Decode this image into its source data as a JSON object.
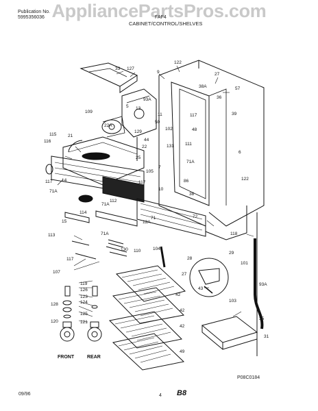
{
  "watermark": "AppliancePartsPros.com",
  "header": {
    "publication_label": "Publication No.",
    "publication_value": "5995356036",
    "model_code": "FAF4",
    "section_title": "CABINET/CONTROL/SHELVES"
  },
  "callouts": [
    {
      "id": "c33",
      "text": "33"
    },
    {
      "id": "c127",
      "text": "127"
    },
    {
      "id": "c9",
      "text": "9"
    },
    {
      "id": "c122a",
      "text": "122"
    },
    {
      "id": "c27a",
      "text": "27"
    },
    {
      "id": "c38a",
      "text": "38A"
    },
    {
      "id": "c57",
      "text": "57"
    },
    {
      "id": "c36",
      "text": "36"
    },
    {
      "id": "c93a",
      "text": "93A"
    },
    {
      "id": "c5",
      "text": "5"
    },
    {
      "id": "c13",
      "text": "13"
    },
    {
      "id": "c11",
      "text": "11"
    },
    {
      "id": "c50",
      "text": "50"
    },
    {
      "id": "c39",
      "text": "39"
    },
    {
      "id": "c109",
      "text": "109"
    },
    {
      "id": "c117a",
      "text": "117"
    },
    {
      "id": "c22a",
      "text": "22A"
    },
    {
      "id": "c102",
      "text": "102"
    },
    {
      "id": "c48",
      "text": "48"
    },
    {
      "id": "c129",
      "text": "129"
    },
    {
      "id": "c44",
      "text": "44"
    },
    {
      "id": "c115",
      "text": "115"
    },
    {
      "id": "c116",
      "text": "116"
    },
    {
      "id": "c21",
      "text": "21"
    },
    {
      "id": "c22",
      "text": "22"
    },
    {
      "id": "c131",
      "text": "131"
    },
    {
      "id": "c111",
      "text": "111"
    },
    {
      "id": "c25",
      "text": "25"
    },
    {
      "id": "c6",
      "text": "6"
    },
    {
      "id": "c71a",
      "text": "71A"
    },
    {
      "id": "c105",
      "text": "105"
    },
    {
      "id": "c7",
      "text": "7"
    },
    {
      "id": "c117b",
      "text": "117"
    },
    {
      "id": "c14",
      "text": "14"
    },
    {
      "id": "c117c",
      "text": "117"
    },
    {
      "id": "c122b",
      "text": "122"
    },
    {
      "id": "c10",
      "text": "10"
    },
    {
      "id": "c86",
      "text": "86"
    },
    {
      "id": "c71ab",
      "text": "71A"
    },
    {
      "id": "c38",
      "text": "38"
    },
    {
      "id": "c71ac",
      "text": "71A"
    },
    {
      "id": "c112",
      "text": "112"
    },
    {
      "id": "c72",
      "text": "72"
    },
    {
      "id": "c114",
      "text": "114"
    },
    {
      "id": "c71",
      "text": "71"
    },
    {
      "id": "c12a",
      "text": "12A"
    },
    {
      "id": "c15",
      "text": "15"
    },
    {
      "id": "c118",
      "text": "118"
    },
    {
      "id": "c113",
      "text": "113"
    },
    {
      "id": "c71ad",
      "text": "71A"
    },
    {
      "id": "c104",
      "text": "104"
    },
    {
      "id": "c130",
      "text": "130"
    },
    {
      "id": "c110",
      "text": "110"
    },
    {
      "id": "c117d",
      "text": "117"
    },
    {
      "id": "c28",
      "text": "28"
    },
    {
      "id": "c29",
      "text": "29"
    },
    {
      "id": "c101",
      "text": "101"
    },
    {
      "id": "c107",
      "text": "107"
    },
    {
      "id": "c27b",
      "text": "27"
    },
    {
      "id": "c119",
      "text": "119"
    },
    {
      "id": "c126",
      "text": "126"
    },
    {
      "id": "c123",
      "text": "123"
    },
    {
      "id": "c124",
      "text": "124"
    },
    {
      "id": "c128",
      "text": "128"
    },
    {
      "id": "c125",
      "text": "125"
    },
    {
      "id": "c120",
      "text": "120"
    },
    {
      "id": "c121",
      "text": "121"
    },
    {
      "id": "c43",
      "text": "43"
    },
    {
      "id": "c42a",
      "text": "42"
    },
    {
      "id": "c42b",
      "text": "42"
    },
    {
      "id": "c42c",
      "text": "42"
    },
    {
      "id": "c103",
      "text": "103"
    },
    {
      "id": "c93ab",
      "text": "93A"
    },
    {
      "id": "c35",
      "text": "35"
    },
    {
      "id": "c31",
      "text": "31"
    },
    {
      "id": "c49",
      "text": "49"
    }
  ],
  "captions": {
    "front": "FRONT",
    "rear": "REAR"
  },
  "drawing_code": "P08C0184",
  "footer": {
    "date": "09/96",
    "page": "4",
    "code": "B8"
  }
}
